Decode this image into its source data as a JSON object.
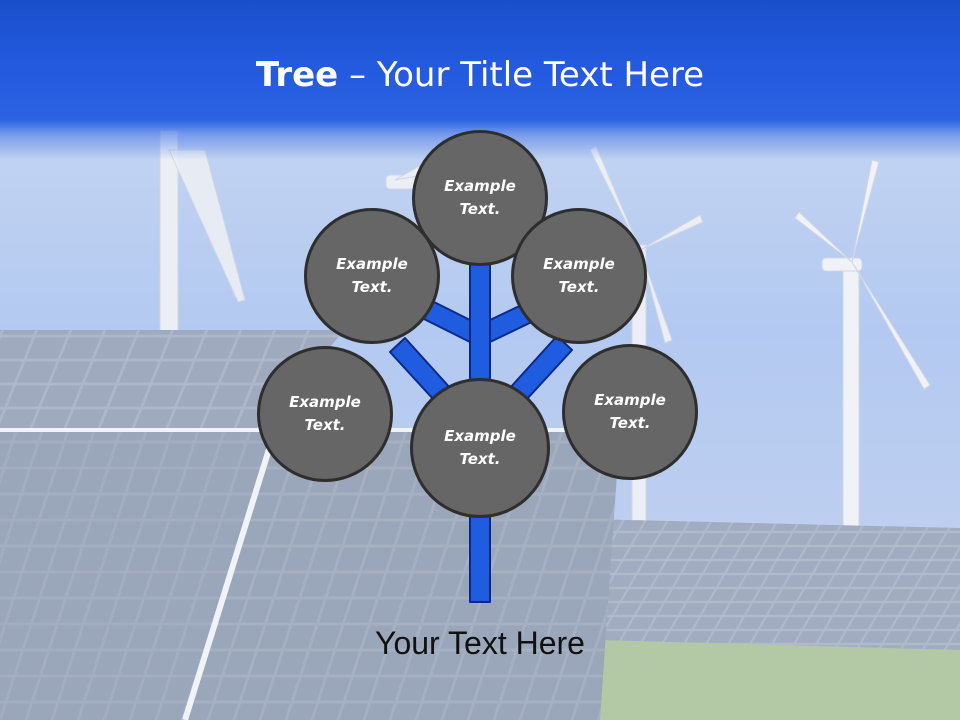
{
  "slide": {
    "title_bold": "Tree",
    "title_rest": " – Your Title Text Here",
    "caption": "Your Text Here"
  },
  "bubbles": [
    {
      "id": "top",
      "text": "Example Text."
    },
    {
      "id": "upper-left",
      "text": "Example Text."
    },
    {
      "id": "upper-right",
      "text": "Example Text."
    },
    {
      "id": "mid-left",
      "text": "Example Text."
    },
    {
      "id": "mid-right",
      "text": "Example Text."
    },
    {
      "id": "center",
      "text": "Example Text."
    }
  ],
  "colors": {
    "header": "#2259dd",
    "trunk": "#1f5ce0",
    "trunk_outline": "#0a2a8a",
    "bubble_fill": "#666666",
    "bubble_border": "#2e2e2e",
    "bubble_text": "#ffffff",
    "title_text": "#ffffff",
    "caption_text": "#111111"
  }
}
